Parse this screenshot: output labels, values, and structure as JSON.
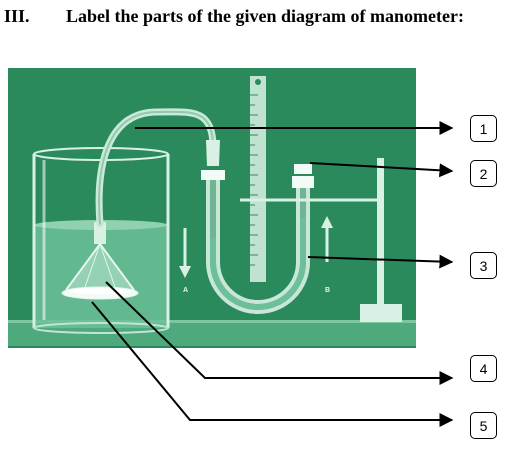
{
  "heading": {
    "number": "III.",
    "text": "Label the parts of the given diagram of manometer:"
  },
  "labels": [
    "1",
    "2",
    "3",
    "4",
    "5"
  ],
  "markers": {
    "left": "A",
    "right": "B"
  },
  "colors": {
    "panel": "#2a8a5c",
    "liquid": "#6cbf98",
    "tube": "#d9f1e5",
    "glass": "#bfe6d3",
    "floor": "#4ea97d",
    "line": "#000000"
  }
}
